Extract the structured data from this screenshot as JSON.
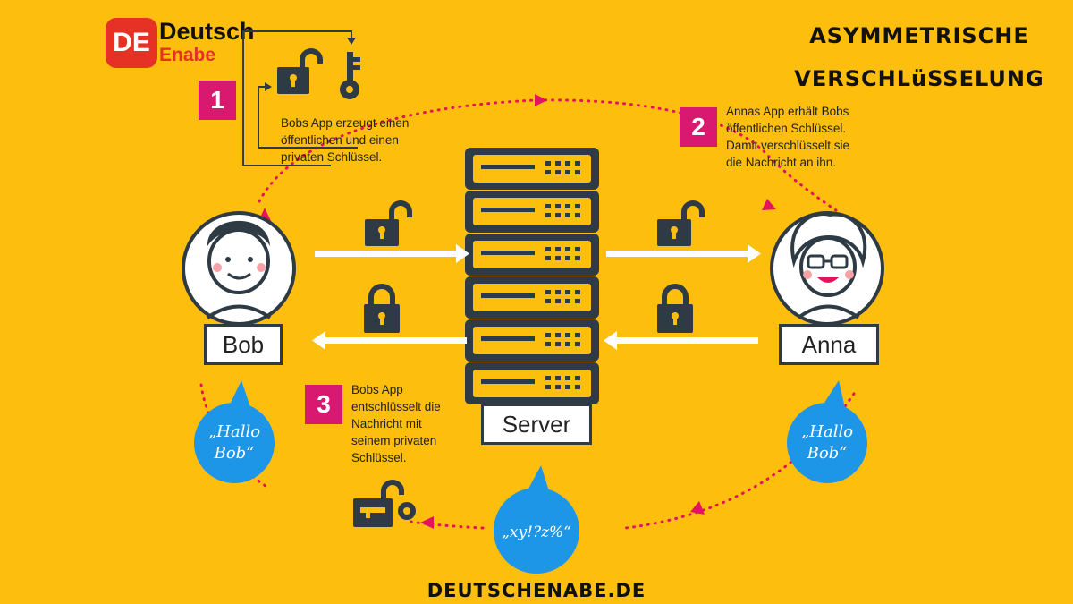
{
  "logo": {
    "abbr": "DE",
    "word1": "Deutsch",
    "word2": "Enabe"
  },
  "title": {
    "line1": "ASYMMETRISCHE",
    "line2": "VERSCHLüSSELUNG"
  },
  "steps": [
    {
      "num": "1",
      "text": [
        "Bobs App erzeugt einen",
        "öffentlichen und einen",
        "privaten Schlüssel."
      ]
    },
    {
      "num": "2",
      "text": [
        "Annas App erhält Bobs",
        "öffentlichen Schlüssel.",
        "Damit verschlüsselt sie",
        "die Nachricht an ihn."
      ]
    },
    {
      "num": "3",
      "text": [
        "Bobs App",
        "entschlüsselt die",
        "Nachricht mit",
        "seinem privaten",
        "Schlüssel."
      ]
    }
  ],
  "people": {
    "left": "Bob",
    "right": "Anna"
  },
  "server_label": "Server",
  "bubbles": {
    "left": "„Hallo Bob“",
    "left_l1": "„Hallo",
    "left_l2": "Bob“",
    "right_l1": "„Hallo",
    "right_l2": "Bob“",
    "middle": "„xy!?z%“"
  },
  "footer": "DEUTSCHENABE.DE",
  "colors": {
    "background": "#FDBE0D",
    "accent": "#D9196F",
    "bubble": "#1E96E8",
    "dark": "#2E3A44"
  }
}
